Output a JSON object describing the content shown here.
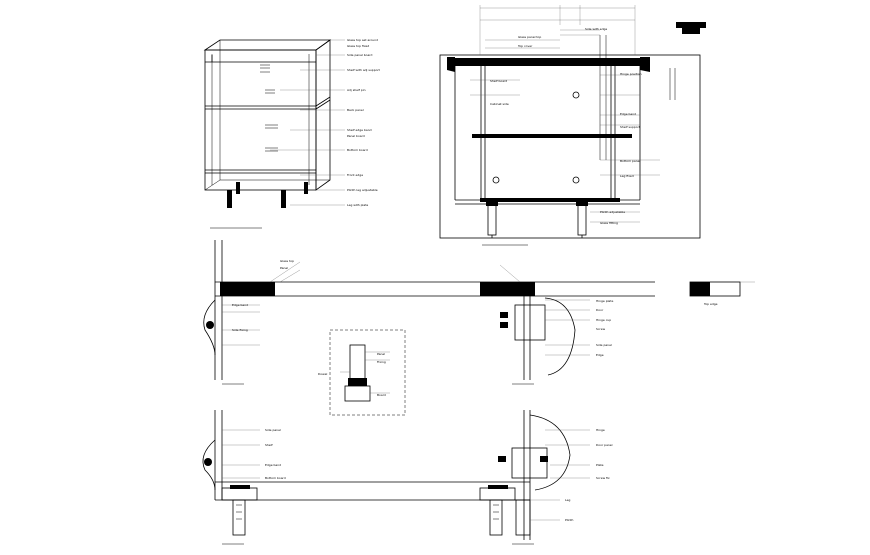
{
  "annotations": {
    "isometric": [
      "Glass top set around",
      "Glass top fixed",
      "Side panel board",
      "Shelf with adj support",
      "Adj shelf pin",
      "Back panel",
      "Shelf edge band",
      "Panel board",
      "Bottom board",
      "Front edge",
      "Plinth leg adjustable",
      "Leg with plate"
    ],
    "front": [
      "Glass panel top",
      "Top cover",
      "Side with edge",
      "Hinge position",
      "Shelf board",
      "Cabinet side",
      "Edge band",
      "Shelf support",
      "Bottom panel",
      "Leg fixed",
      "Plinth adjustable",
      "Glass fitting"
    ],
    "detail_top": [
      "Glass top",
      "Panel",
      "Edge band",
      "Side fixing"
    ],
    "detail_mid_right": [
      "Hinge plate",
      "Door",
      "Hinge cup",
      "Screw",
      "Side panel",
      "Edge"
    ],
    "detail_section": [
      "Panel",
      "Fixing",
      "Dowel",
      "Board"
    ],
    "detail_bottom_left": [
      "Side panel",
      "Shelf",
      "Edge band",
      "Bottom board"
    ],
    "detail_bottom_right": [
      "Hinge",
      "Door panel",
      "Plate",
      "Screw fix",
      "Leg",
      "Plinth"
    ],
    "right_detail": [
      "Top edge"
    ]
  }
}
